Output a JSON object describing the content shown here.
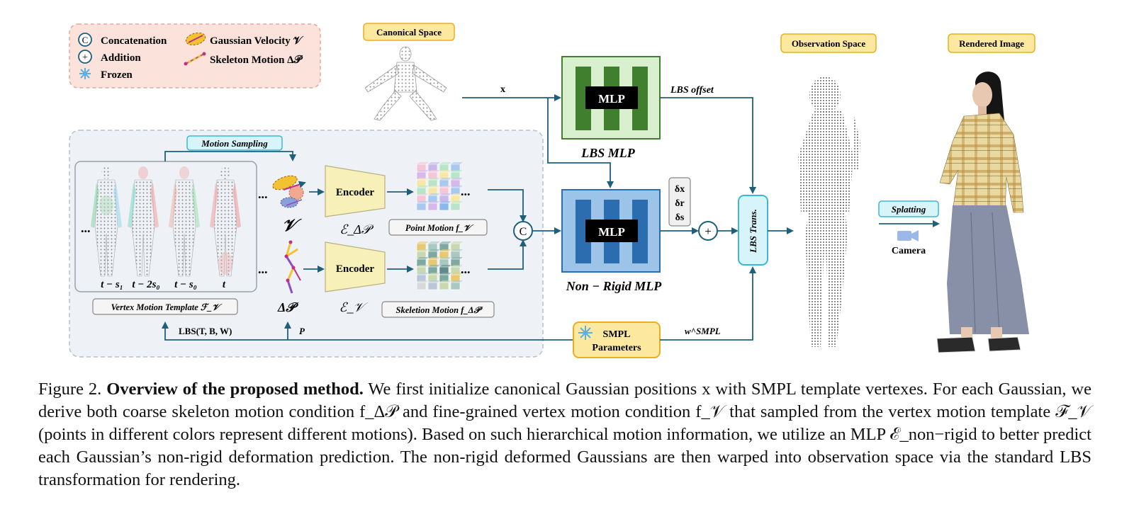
{
  "legend": {
    "concat_symbol": "C",
    "concat_label": "Concatenation",
    "add_symbol": "+",
    "add_label": "Addition",
    "frozen_label": "Frozen",
    "velocity_label": "Gaussian Velocity 𝒱",
    "skeleton_label": "Skeleton Motion Δ𝒫"
  },
  "tags": {
    "canonical_space": "Canonical Space",
    "observation_space": "Observation Space",
    "rendered_image": "Rendered Image",
    "motion_sampling": "Motion Sampling",
    "splatting": "Splatting",
    "lbs_trans": "LBS Trans.",
    "smpl_line1": "SMPL",
    "smpl_line2": "Parameters"
  },
  "blocks": {
    "mlp_label": "MLP",
    "lbs_mlp_caption": "LBS MLP",
    "nonrigid_mlp_caption": "Non − Rigid MLP",
    "encoder_label": "Encoder",
    "enc_top_sym": "ℰ_Δ𝒫",
    "enc_bottom_sym": "ℰ_𝒱",
    "point_motion": "Point Motion f_𝒱",
    "skeleton_motion": "Skeletion Motion f_Δ𝒫",
    "vertex_template": "Vertex Motion Template ℱ_𝒱",
    "delta_x": "δx",
    "delta_r": "δr",
    "delta_s": "δs",
    "camera": "Camera",
    "dots": "..."
  },
  "arrows": {
    "x": "x",
    "lbs_offset": "LBS offset",
    "w_smpl": "w^SMPL",
    "lbs_tbw": "LBS(T, B, W)",
    "p": "P",
    "v_symbol": "𝒱",
    "dp_symbol": "Δ𝒫"
  },
  "time_labels": [
    "t − s₁",
    "t − 2s₀",
    "t − s₀",
    "t"
  ],
  "caption": {
    "label": "Figure 2.",
    "title": "Overview of the proposed method.",
    "body": "We first initialize canonical Gaussian positions x with SMPL template vertexes. For each Gaussian, we derive both coarse skeleton motion condition f_Δ𝒫 and fine-grained vertex motion condition f_𝒱 that sampled from the vertex motion template ℱ_𝒱 (points in different colors represent different motions). Based on such hierarchical motion information, we utilize an MLP ℰ_non−rigid to better predict each Gaussian’s non-rigid deformation prediction. The non-rigid deformed Gaussians are then warped into observation space via the standard LBS transformation for rendering."
  },
  "colors": {
    "arrow": "#1f5f7a",
    "tag_fill": "#fde8a0",
    "tag_stroke": "#e8b020",
    "cyan_fill": "#d7f4fb",
    "cyan_stroke": "#3ab8d8",
    "legend_fill": "#fbe3dc",
    "panel_fill": "#eef1f6",
    "lbs_green": "#3f7f2e",
    "lbs_green_bg": "#d9f0cf",
    "nonrigid_blue": "#2c6db0",
    "nonrigid_bg": "#9cc3e8",
    "encoder_fill": "#f7f0b8"
  },
  "icons": [
    "circle-c-icon",
    "circle-plus-icon",
    "snowflake-icon",
    "gaussian-ellipse-icon",
    "skeleton-icon",
    "camera-icon"
  ]
}
